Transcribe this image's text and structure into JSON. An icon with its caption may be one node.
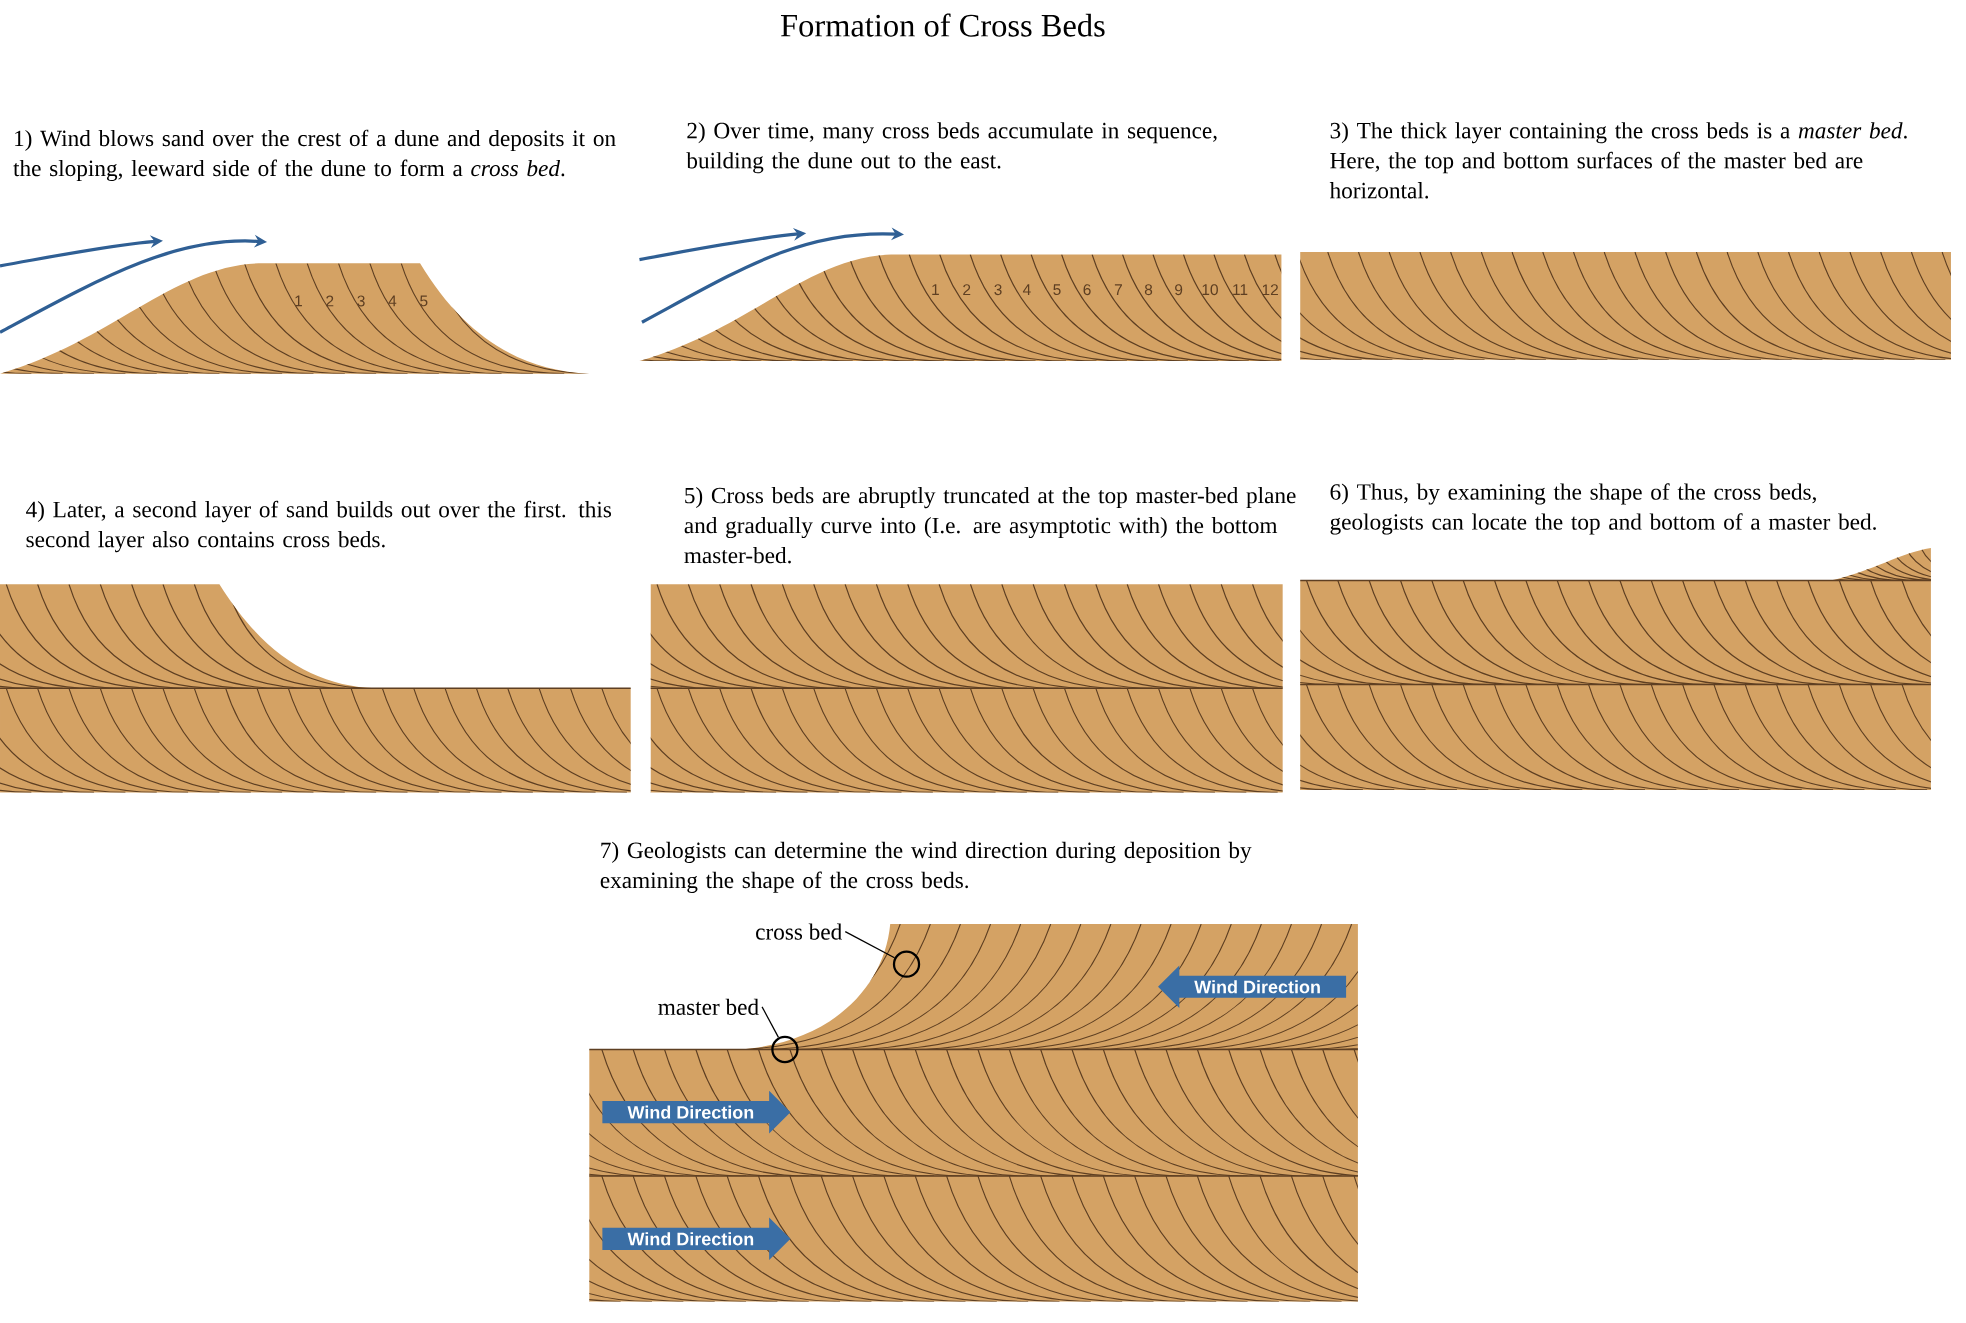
{
  "diagram": {
    "title": "Formation of Cross Beds",
    "nodes": [
      {
        "text": [
          "cross bed"
        ]
      },
      {
        "text": [],
        "shape": "circle"
      },
      {
        "text": [
          "master bed"
        ]
      },
      {
        "text": [],
        "shape": "circle"
      },
      {
        "text": [
          "Wind Direction"
        ]
      },
      {
        "text": [
          "Wind Direction"
        ]
      },
      {
        "text": [
          "Wind Direction"
        ]
      }
    ],
    "edges": [
      {
        "from": 0,
        "to": 1,
        "arrow": "none"
      },
      {
        "from": 2,
        "to": 3,
        "arrow": "none"
      }
    ],
    "labels": [
      "1) Wind blows sand over the crest of a dune and deposits it on the sloping, leeward side of the dune to form a *cross bed*.",
      "2) Over time, many cross beds accumulate in sequence, building the dune out to the east.",
      "3) The thick layer containing the cross beds is a *master bed*. Here, the top and bottom surfaces of the master bed are horizontal.",
      "1",
      "2",
      "3",
      "4",
      "5",
      "1",
      "2",
      "3",
      "4",
      "5",
      "6",
      "7",
      "8",
      "9",
      "10",
      "11",
      "12",
      "4) Later, a second layer of sand builds out over the first. this second layer also contains cross beds.",
      "5) Cross beds are abruptly truncated at the top master-bed plane and gradually curve into (I.e. are asymptotic with) the bottom master-bed.",
      "6) Thus, by examining the shape of the cross beds, geologists can locate the top and bottom of a master bed.",
      "7) Geologists can determine the wind direction during deposition by examining the shape of the cross beds."
    ]
  }
}
